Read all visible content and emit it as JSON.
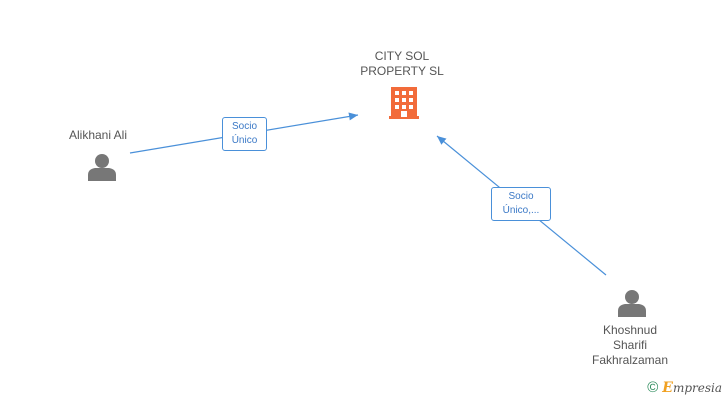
{
  "nodes": {
    "company": {
      "label": "CITY SOL\nPROPERTY SL",
      "icon": "building-icon",
      "color": "#f26b3a"
    },
    "person_1": {
      "label": "Alikhani Ali",
      "icon": "person-icon",
      "color": "#777777"
    },
    "person_2": {
      "label": "Khoshnud\nSharifi\nFakhralzaman",
      "icon": "person-icon",
      "color": "#777777"
    }
  },
  "edges": [
    {
      "from": "person_1",
      "to": "company",
      "label": "Socio\nÚnico"
    },
    {
      "from": "person_2",
      "to": "company",
      "label": "Socio\nÚnico,..."
    }
  ],
  "footer": {
    "copyright": "©",
    "brand_initial": "E",
    "brand_rest": "mpresia"
  },
  "colors": {
    "edge": "#4a90d9"
  }
}
